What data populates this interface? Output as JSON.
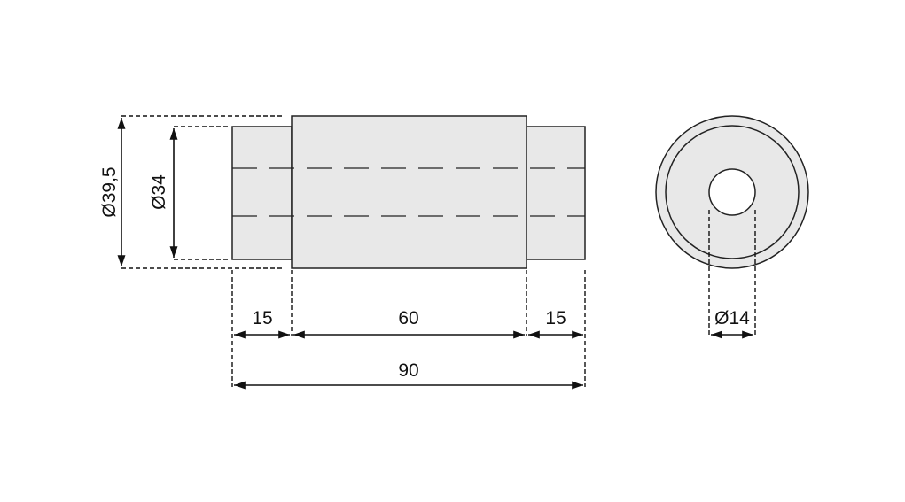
{
  "drawing": {
    "dimensions": {
      "outer_diameter": "Ø39,5",
      "sleeve_diameter": "Ø34",
      "left_length": "15",
      "middle_length": "60",
      "right_length": "15",
      "total_length": "90",
      "bore_diameter": "Ø14"
    },
    "colors": {
      "fill": "#e8e8e8",
      "line": "#222222"
    }
  }
}
